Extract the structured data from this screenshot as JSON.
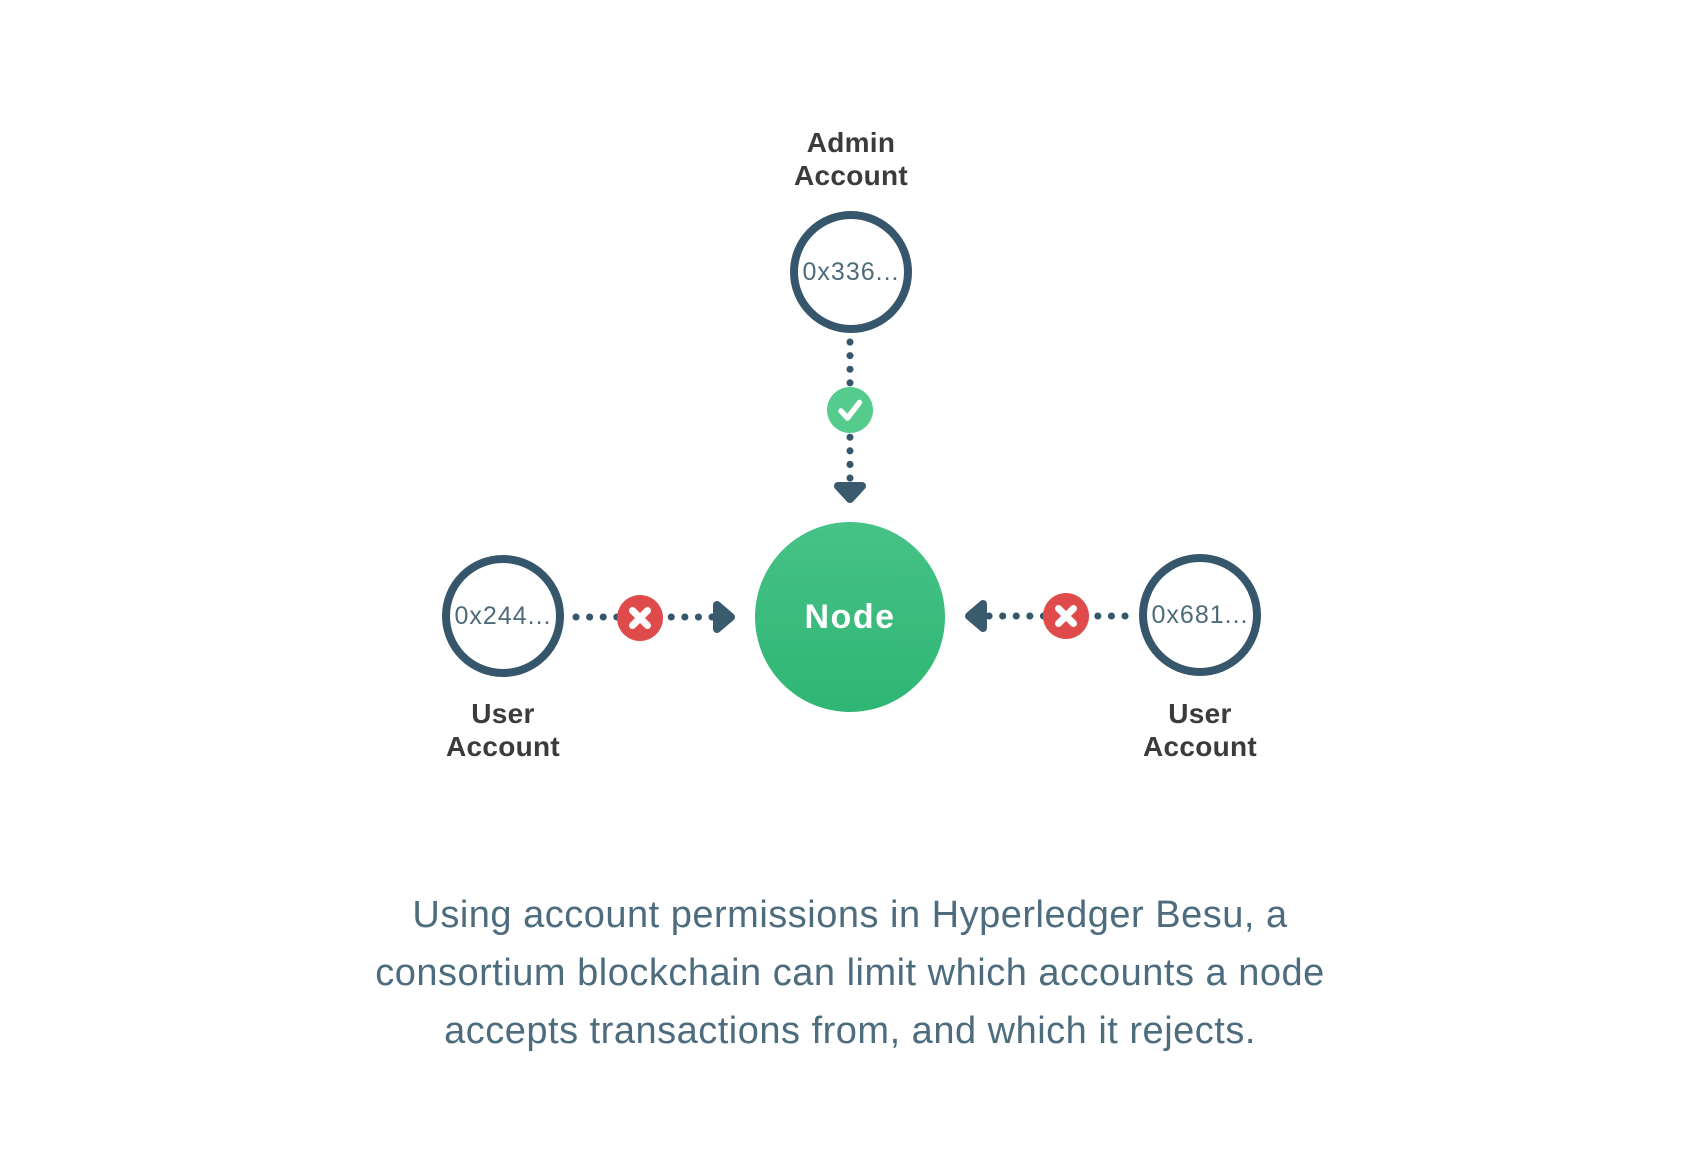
{
  "diagram": {
    "admin_account": {
      "label_line1": "Admin",
      "label_line2": "Account",
      "address": "0x336..."
    },
    "node": {
      "label": "Node"
    },
    "left_user_account": {
      "label_line1": "User",
      "label_line2": "Account",
      "address": "0x244..."
    },
    "right_user_account": {
      "label_line1": "User",
      "label_line2": "Account",
      "address": "0x681..."
    },
    "icons": {
      "allow": "check-icon",
      "reject": "x-icon",
      "admin_flow": "arrow-down-icon",
      "left_flow": "arrow-right-icon",
      "right_flow": "arrow-left-icon"
    },
    "caption_lines": [
      "Using account permissions in Hyperledger Besu, a",
      "consortium blockchain can limit which accounts a node",
      "accepts transactions from, and which it rejects."
    ],
    "colors": {
      "outline_slate": "#36566C",
      "arrow_slate": "#3A5A6E",
      "label_dark": "#3B3B3B",
      "address_slate": "#4E6B7B",
      "caption_slate": "#4D6C7E",
      "node_green_top": "#47C287",
      "node_green_bottom": "#2EB674",
      "allow_green": "#55CC8E",
      "reject_red": "#DF4B4B",
      "background": "#FFFFFF"
    }
  }
}
